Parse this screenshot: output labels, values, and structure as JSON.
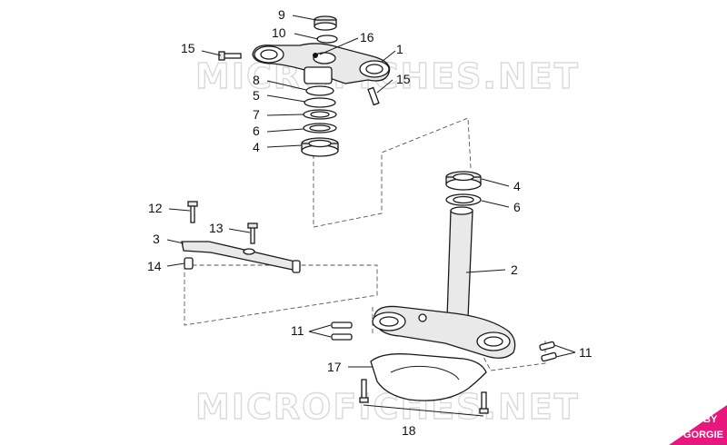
{
  "watermark": {
    "text": "MICROFICHES.NET"
  },
  "badge": {
    "line1": "BY",
    "line2": "GORGIE",
    "color": "#e8177d"
  },
  "callouts": [
    "1",
    "2",
    "3",
    "4",
    "5",
    "6",
    "7",
    "8",
    "9",
    "10",
    "11",
    "12",
    "13",
    "14",
    "15",
    "16",
    "17",
    "18"
  ]
}
